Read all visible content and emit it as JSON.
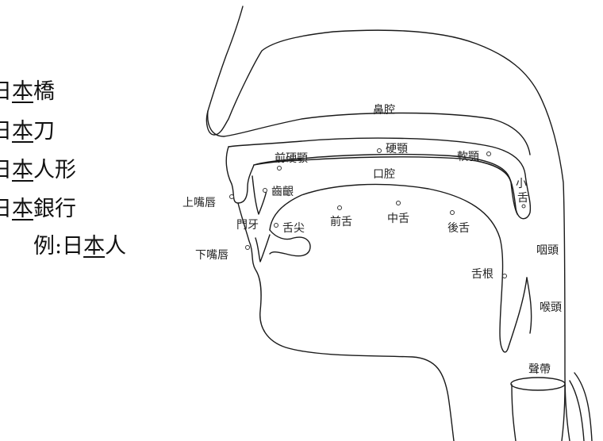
{
  "left_list": [
    {
      "prefix": "日",
      "underlined": "本",
      "suffix": "橋"
    },
    {
      "prefix": "日",
      "underlined": "本",
      "suffix": "刀"
    },
    {
      "prefix": "日",
      "underlined": "本",
      "suffix": "人形"
    },
    {
      "prefix": "日",
      "underlined": "本",
      "suffix": "銀行"
    },
    {
      "prefix": "例:日",
      "underlined": "本",
      "suffix": "人"
    }
  ],
  "labels": {
    "nasal_cavity": "鼻腔",
    "hard_palate_front": "前硬顎",
    "hard_palate": "硬顎",
    "soft_palate": "軟顎",
    "oral_cavity": "口腔",
    "uvula_top": "小",
    "uvula_bottom": "舌",
    "upper_lip": "上嘴唇",
    "alveolar_ridge": "齒齦",
    "front_teeth": "門牙",
    "tongue_tip": "舌尖",
    "tongue_front": "前舌",
    "tongue_middle": "中舌",
    "tongue_back": "後舌",
    "lower_lip": "下嘴唇",
    "pharynx": "咽頭",
    "tongue_root": "舌根",
    "larynx": "喉頭",
    "vocal_cords": "聲帶"
  }
}
